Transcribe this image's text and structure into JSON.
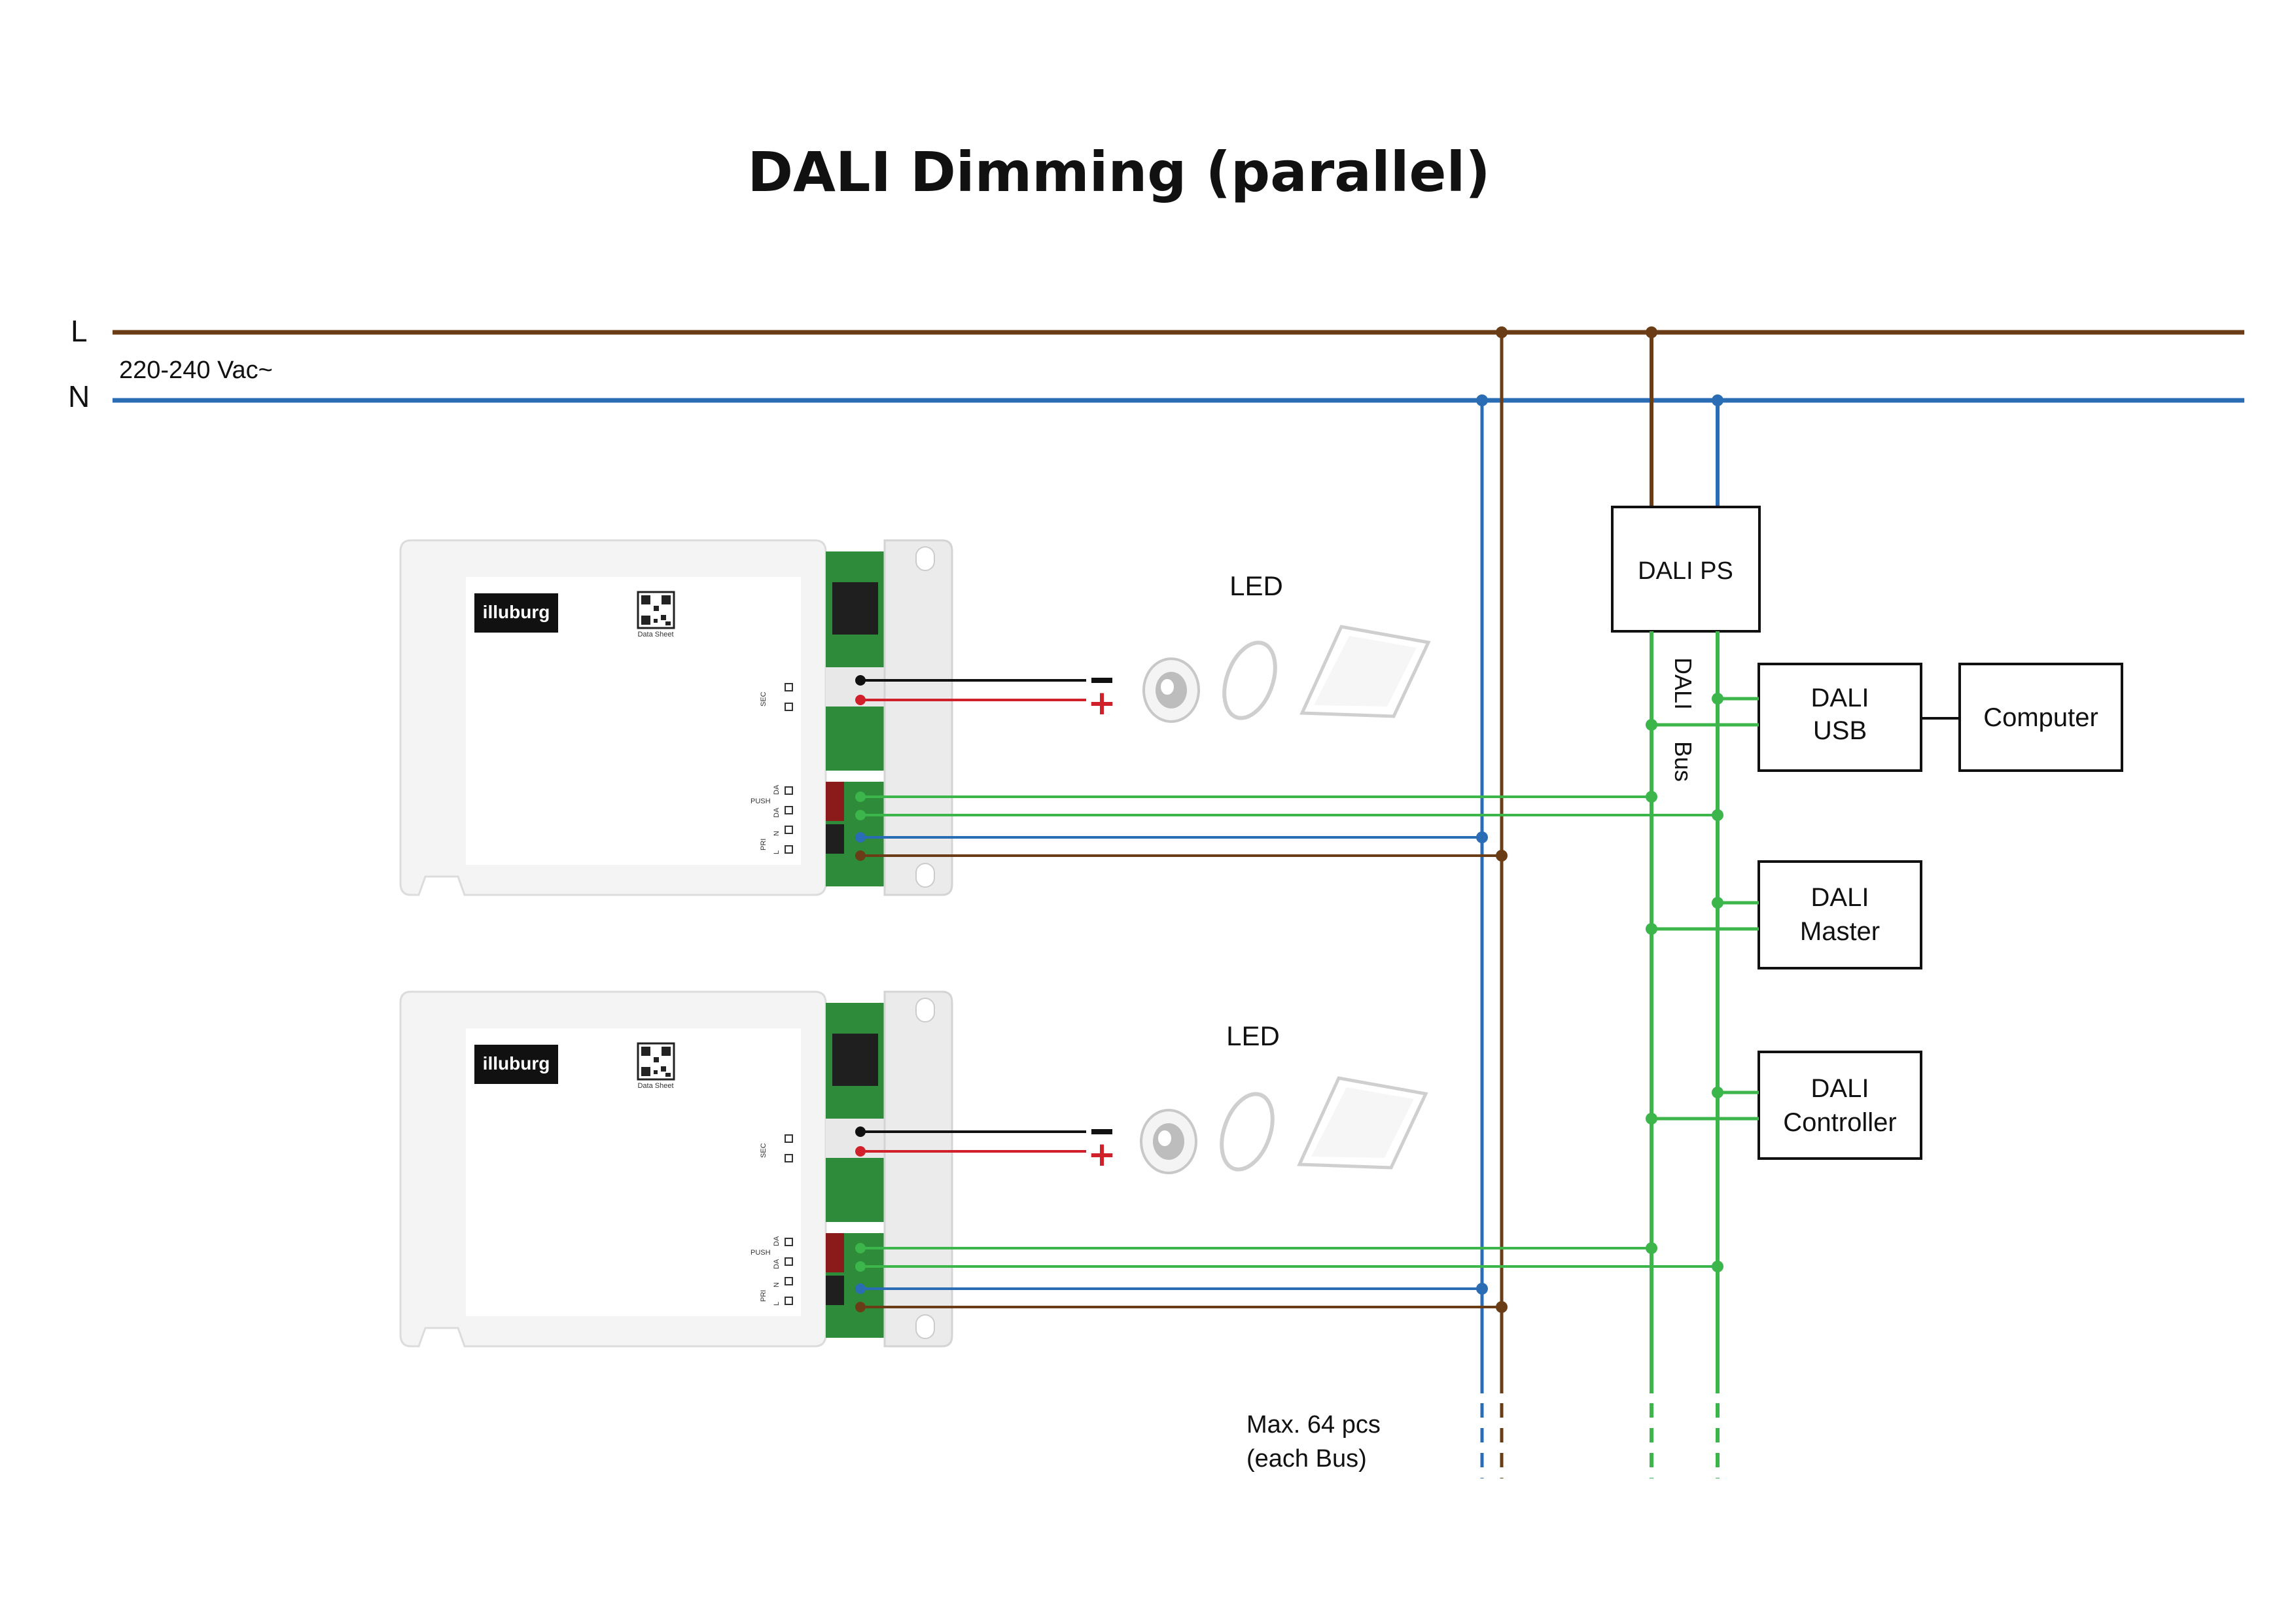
{
  "title": "DALI Dimming (parallel)",
  "mains": {
    "line_label": "L",
    "neutral_label": "N",
    "voltage": "220-240 Vac~"
  },
  "colors": {
    "line": "#6b3d16",
    "neutral": "#2a6db5",
    "dali": "#3cb54a",
    "negative": "#111111",
    "positive": "#d0202a",
    "driver_body": "#f2f2f2",
    "terminal_green": "#2e7d32"
  },
  "drivers": [
    {
      "brand": "illuburg",
      "qr_caption": "Data Sheet",
      "led_label": "LED",
      "minus_sign": "−",
      "plus_sign": "+",
      "sec_label": "SEC",
      "pri_label": "PRI",
      "push_label": "PUSH",
      "da_label": "DA",
      "n_label": "N",
      "l_label": "L"
    },
    {
      "brand": "illuburg",
      "qr_caption": "Data Sheet",
      "led_label": "LED",
      "minus_sign": "−",
      "plus_sign": "+",
      "sec_label": "SEC",
      "pri_label": "PRI",
      "push_label": "PUSH",
      "da_label": "DA",
      "n_label": "N",
      "l_label": "L"
    }
  ],
  "devices": {
    "dali_ps": "DALI PS",
    "bus_label_1": "DALI",
    "bus_label_2": "Bus",
    "dali_usb_1": "DALI",
    "dali_usb_2": "USB",
    "computer": "Computer",
    "dali_master_1": "DALI",
    "dali_master_2": "Master",
    "dali_controller_1": "DALI",
    "dali_controller_2": "Controller"
  },
  "note": {
    "line1": "Max. 64 pcs",
    "line2": "(each Bus)"
  }
}
